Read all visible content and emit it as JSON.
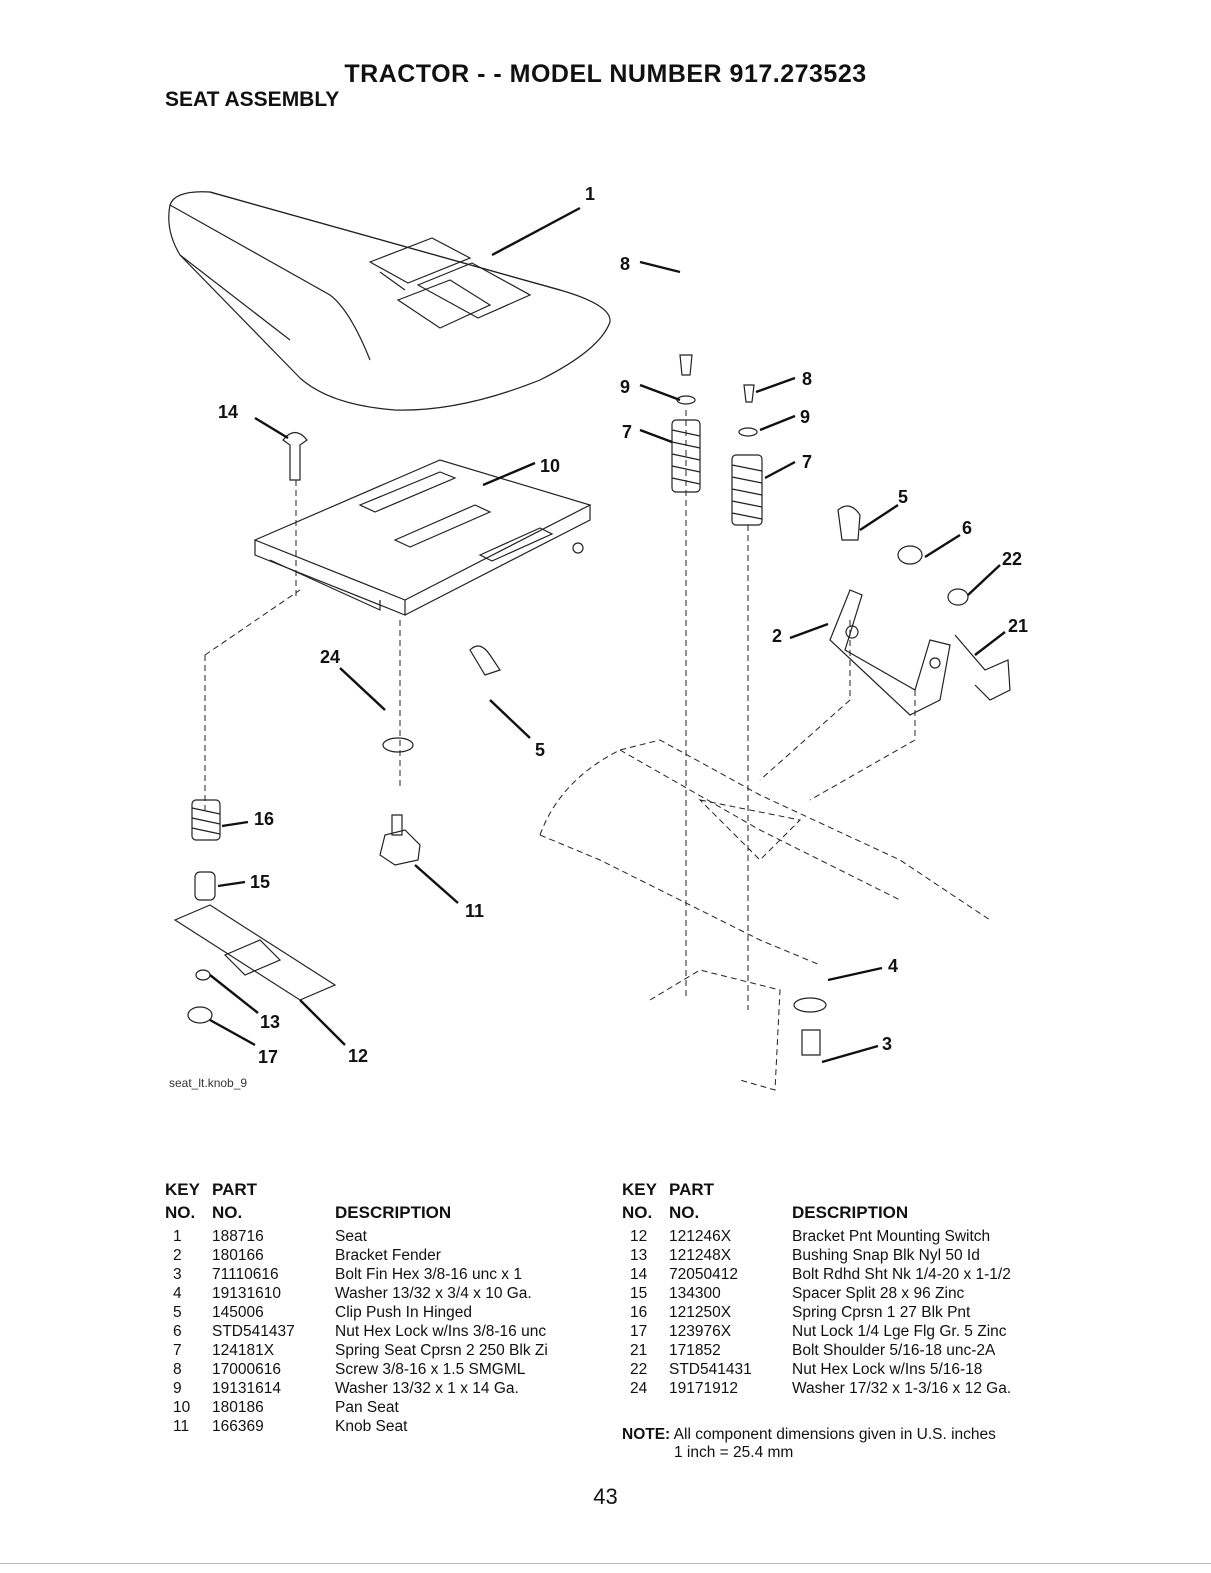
{
  "header": {
    "title": "TRACTOR - - MODEL NUMBER 917.273523",
    "subtitle": "SEAT ASSEMBLY"
  },
  "diagram": {
    "file_ref": "seat_lt.knob_9",
    "callouts": [
      "1",
      "14",
      "10",
      "8",
      "9",
      "7",
      "8",
      "9",
      "7",
      "5",
      "6",
      "22",
      "2",
      "21",
      "24",
      "5",
      "16",
      "15",
      "11",
      "13",
      "17",
      "12",
      "4",
      "3"
    ]
  },
  "parts_table": {
    "headers": {
      "key": "KEY",
      "no": "NO.",
      "part": "PART",
      "no2": "NO.",
      "description": "DESCRIPTION"
    },
    "left": [
      {
        "key": "1",
        "part": "188716",
        "description": "Seat"
      },
      {
        "key": "2",
        "part": "180166",
        "description": "Bracket Fender"
      },
      {
        "key": "3",
        "part": "71110616",
        "description": "Bolt Fin Hex 3/8-16 unc x 1"
      },
      {
        "key": "4",
        "part": "19131610",
        "description": "Washer 13/32 x 3/4 x 10 Ga."
      },
      {
        "key": "5",
        "part": "145006",
        "description": "Clip Push In Hinged"
      },
      {
        "key": "6",
        "part": "STD541437",
        "description": "Nut Hex Lock w/Ins 3/8-16 unc"
      },
      {
        "key": "7",
        "part": "124181X",
        "description": "Spring Seat Cprsn 2 250 Blk Zi"
      },
      {
        "key": "8",
        "part": "17000616",
        "description": "Screw 3/8-16 x 1.5 SMGML"
      },
      {
        "key": "9",
        "part": "19131614",
        "description": "Washer 13/32 x 1 x 14 Ga."
      },
      {
        "key": "10",
        "part": "180186",
        "description": "Pan Seat"
      },
      {
        "key": "11",
        "part": "166369",
        "description": "Knob Seat"
      }
    ],
    "right": [
      {
        "key": "12",
        "part": "121246X",
        "description": "Bracket Pnt Mounting Switch"
      },
      {
        "key": "13",
        "part": "121248X",
        "description": "Bushing Snap Blk Nyl 50 Id"
      },
      {
        "key": "14",
        "part": "72050412",
        "description": "Bolt Rdhd Sht Nk 1/4-20 x 1-1/2"
      },
      {
        "key": "15",
        "part": "134300",
        "description": "Spacer Split 28 x 96 Zinc"
      },
      {
        "key": "16",
        "part": "121250X",
        "description": "Spring Cprsn 1 27 Blk Pnt"
      },
      {
        "key": "17",
        "part": "123976X",
        "description": "Nut Lock 1/4 Lge Flg Gr. 5 Zinc"
      },
      {
        "key": "21",
        "part": "171852",
        "description": "Bolt Shoulder 5/16-18 unc-2A"
      },
      {
        "key": "22",
        "part": "STD541431",
        "description": "Nut Hex Lock w/Ins 5/16-18"
      },
      {
        "key": "24",
        "part": "19171912",
        "description": "Washer 17/32 x 1-3/16 x 12 Ga."
      }
    ]
  },
  "note": {
    "label": "NOTE:",
    "line1": "All component dimensions given in U.S. inches",
    "line2": "1 inch = 25.4 mm"
  },
  "page_number": "43"
}
